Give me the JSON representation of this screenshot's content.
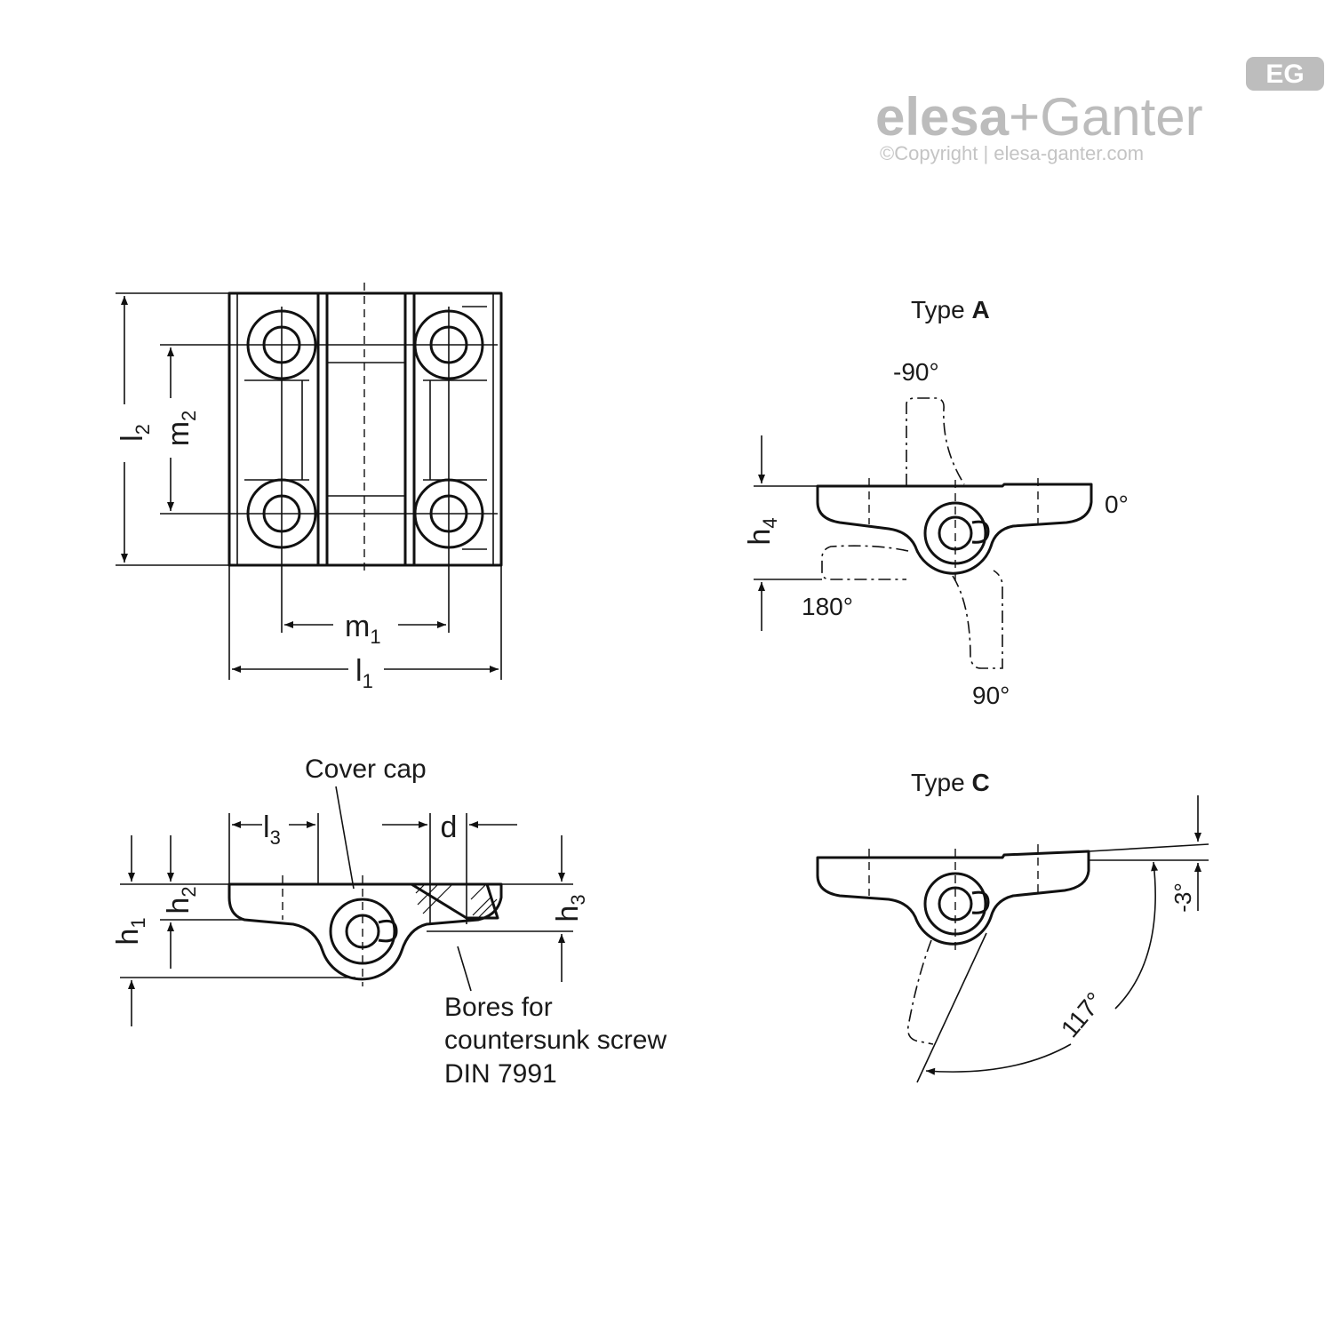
{
  "brand": {
    "badge": "EG",
    "name_part1": "elesa",
    "plus": "+",
    "name_part2": "Ganter",
    "copyright": "©Copyright | elesa-ganter.com"
  },
  "top_view": {
    "dim_l2": "l",
    "dim_l2_sub": "2",
    "dim_m2": "m",
    "dim_m2_sub": "2",
    "dim_m1": "m",
    "dim_m1_sub": "1",
    "dim_l1": "l",
    "dim_l1_sub": "1"
  },
  "side_view": {
    "cover_cap": "Cover cap",
    "dim_l3": "l",
    "dim_l3_sub": "3",
    "dim_d": "d",
    "dim_h1": "h",
    "dim_h1_sub": "1",
    "dim_h2": "h",
    "dim_h2_sub": "2",
    "dim_h3": "h",
    "dim_h3_sub": "3",
    "bores_line1": "Bores for",
    "bores_line2": "countersunk screw",
    "bores_line3": "DIN 7991"
  },
  "type_a": {
    "title_prefix": "Type ",
    "title_letter": "A",
    "angle_neg90": "-90°",
    "angle_0": "0°",
    "angle_180": "180°",
    "angle_90": "90°",
    "dim_h4": "h",
    "dim_h4_sub": "4"
  },
  "type_c": {
    "title_prefix": "Type ",
    "title_letter": "C",
    "angle_3": "-3°",
    "angle_117": "117°"
  }
}
